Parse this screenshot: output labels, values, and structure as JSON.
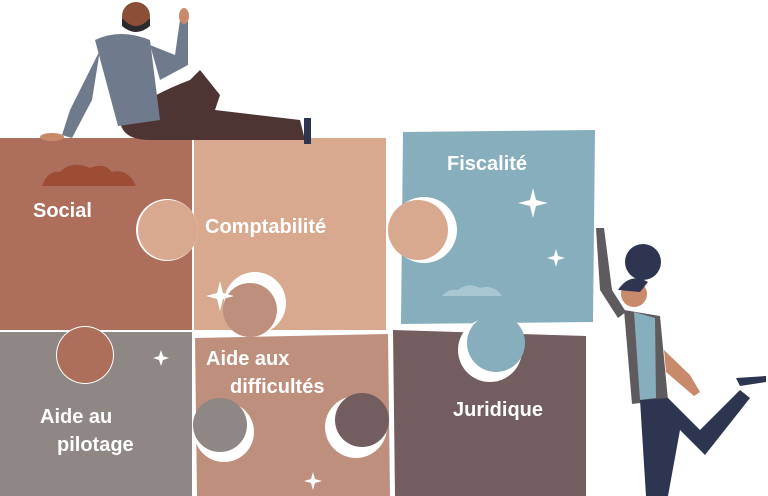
{
  "pieces": [
    {
      "label": "Social",
      "color": "#ad6e5c"
    },
    {
      "label": "Comptabilité",
      "color": "#d8a98f"
    },
    {
      "label": "Fiscalité",
      "color": "#87aebd"
    },
    {
      "label": "Aide au pilotage",
      "line1": "Aide au",
      "line2": "pilotage",
      "color": "#8e8784"
    },
    {
      "label": "Aide aux difficultés",
      "line1": "Aide aux",
      "line2": "difficultés",
      "color": "#bf8f7e"
    },
    {
      "label": "Juridique",
      "color": "#735d5f"
    }
  ]
}
